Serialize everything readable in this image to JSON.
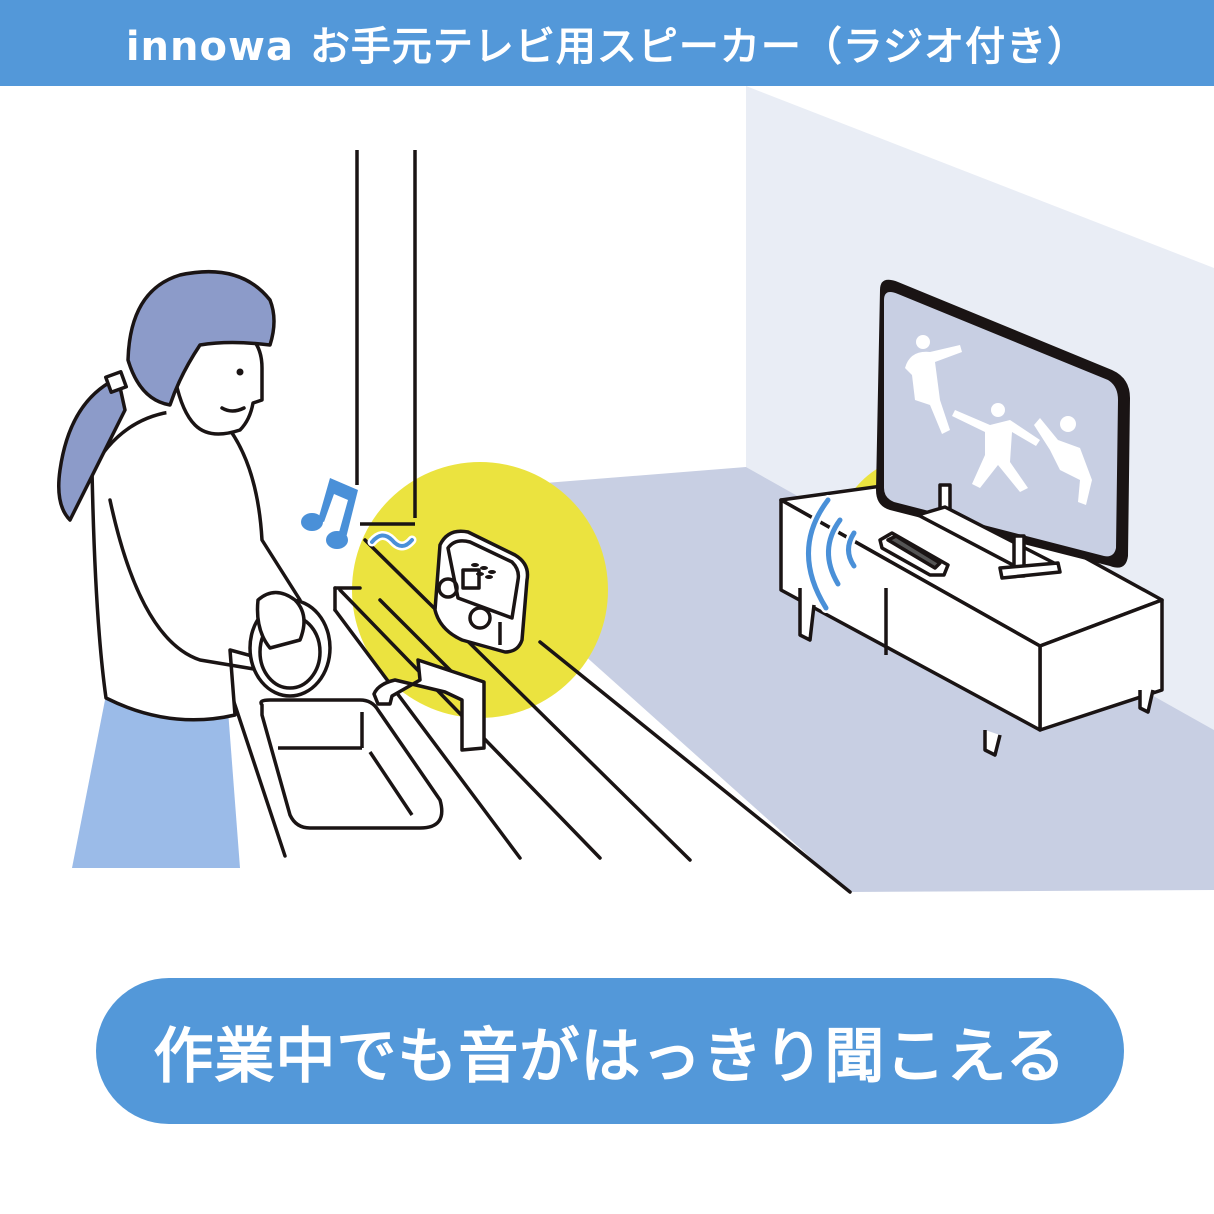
{
  "header": {
    "brand": "innowa",
    "title": "お手元テレビ用スピーカー（ラジオ付き）"
  },
  "illustration": {
    "description": "Woman washing dishes at a kitchen sink while a handheld radio speaker on the counter plays TV sound transmitted wirelessly from a TV on a TV stand",
    "elements": [
      "woman-washing-dishes",
      "kitchen-sink",
      "faucet",
      "window-frame-lines",
      "music-note",
      "sound-wave-tilde",
      "handheld-speaker-radio",
      "yellow-highlight-burst",
      "tv",
      "tv-stand",
      "transmitter",
      "wireless-signal-arcs",
      "floor",
      "wall"
    ]
  },
  "caption": {
    "text": "作業中でも音がはっきり聞こえる"
  },
  "colors": {
    "brand_blue": "#5398d9",
    "wall": "#e9edf5",
    "floor": "#c8cfe3",
    "highlight_yellow": "#ebe33f",
    "hair": "#8c9bc9",
    "apron": "#9bbbe8",
    "tv_screen": "#c8cfe3",
    "signal_blue": "#4a90d8",
    "line": "#1a1414"
  }
}
